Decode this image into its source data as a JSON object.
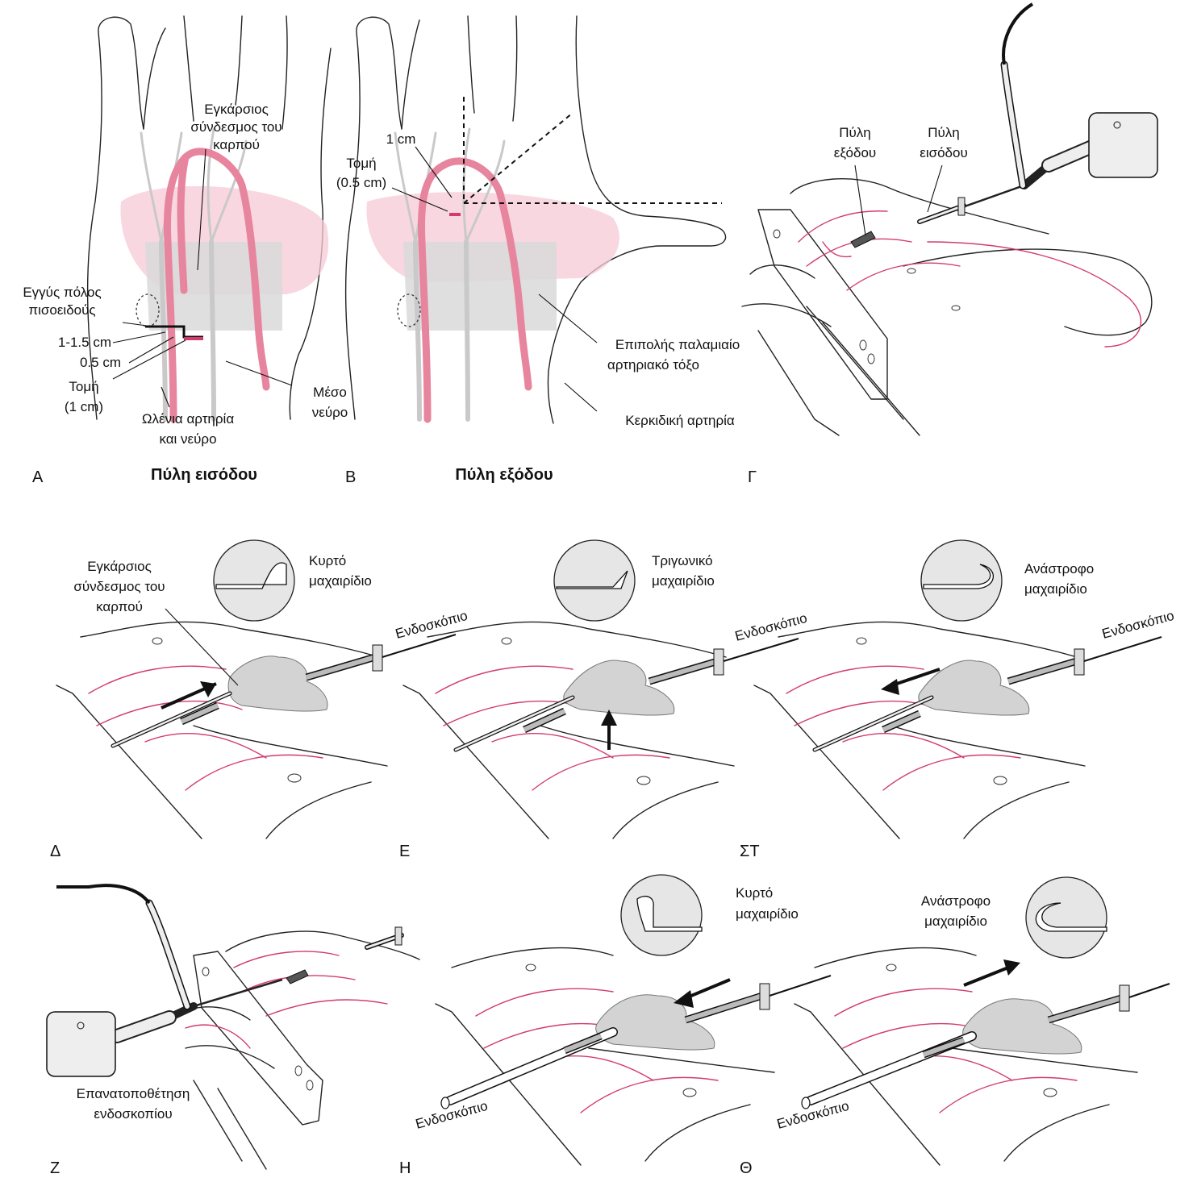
{
  "panel_letters": {
    "a": "Α",
    "b": "Β",
    "c": "Γ",
    "d": "Δ",
    "e": "Ε",
    "f": "ΣΤ",
    "g": "Ζ",
    "h": "Η",
    "i": "Θ"
  },
  "captions": {
    "entry_portal": "Πύλη εισόδου",
    "exit_portal": "Πύλη εξόδου"
  },
  "panel_a": {
    "ligament_line1": "Εγκάρσιος",
    "ligament_line2": "σύνδεσμος του",
    "ligament_line3": "καρπού",
    "pisiform_line1": "Εγγύς πόλος",
    "pisiform_line2": "πισοειδούς",
    "dist1": "1-1.5 cm",
    "dist2": "0.5 cm",
    "incision_line1": "Τομή",
    "incision_line2": "(1 cm)",
    "ulnar_line1": "Ωλένια αρτηρία",
    "ulnar_line2": "και νεύρο",
    "median_line1": "Μέσο",
    "median_line2": "νεύρο"
  },
  "panel_b": {
    "one_cm": "1 cm",
    "incision_line1": "Τομή",
    "incision_line2": "(0.5 cm)",
    "arch_line1": "Επιπολής παλαμιαίο",
    "arch_line2": "αρτηριακό τόξο",
    "radial": "Κερκιδική αρτηρία"
  },
  "panel_c": {
    "exit_line1": "Πύλη",
    "exit_line2": "εξόδου",
    "entry_line1": "Πύλη",
    "entry_line2": "εισόδου"
  },
  "panel_d": {
    "ligament_line1": "Εγκάρσιος",
    "ligament_line2": "σύνδεσμος του",
    "ligament_line3": "καρπού",
    "knife_line1": "Κυρτό",
    "knife_line2": "μαχαιρίδιο",
    "scope": "Ενδοσκόπιο"
  },
  "panel_e": {
    "knife_line1": "Τριγωνικό",
    "knife_line2": "μαχαιρίδιο",
    "scope": "Ενδοσκόπιο"
  },
  "panel_f": {
    "knife_line1": "Ανάστροφο",
    "knife_line2": "μαχαιρίδιο",
    "scope": "Ενδοσκόπιο"
  },
  "panel_g": {
    "reposition_line1": "Επανατοποθέτηση",
    "reposition_line2": "ενδοσκοπίου"
  },
  "panel_h": {
    "knife_line1": "Κυρτό",
    "knife_line2": "μαχαιρίδιο",
    "scope": "Ενδοσκόπιο"
  },
  "panel_i": {
    "knife_line1": "Ανάστροφο",
    "knife_line2": "μαχαιρίδιο",
    "scope": "Ενδοσκόπιο"
  },
  "colors": {
    "artery": "#e7849e",
    "vein_line": "#d23c6a",
    "nerve": "#c9c9c9",
    "ligament": "#d3d3d3",
    "pink_zone": "#f5c9d6"
  }
}
